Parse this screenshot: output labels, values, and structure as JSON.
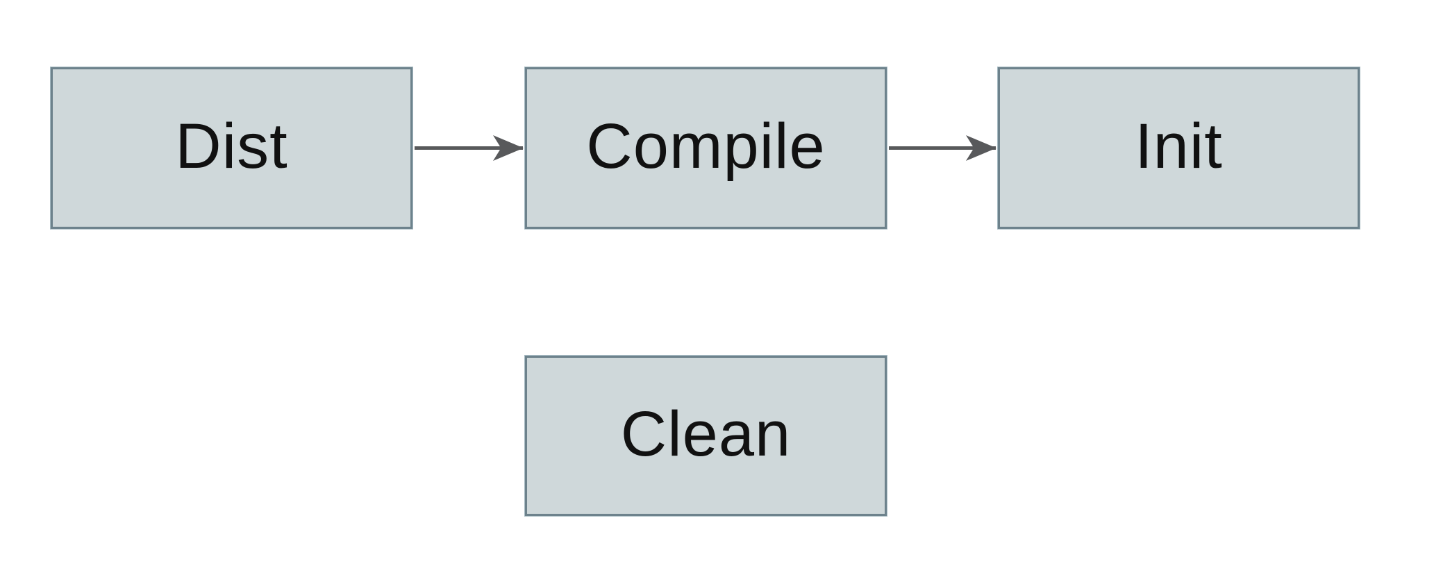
{
  "diagram": {
    "type": "flowchart",
    "nodes": [
      {
        "id": "dist",
        "label": "Dist"
      },
      {
        "id": "compile",
        "label": "Compile"
      },
      {
        "id": "init",
        "label": "Init"
      },
      {
        "id": "clean",
        "label": "Clean"
      }
    ],
    "edges": [
      {
        "from": "Dist",
        "to": "Compile",
        "style": "arrow"
      },
      {
        "from": "Compile",
        "to": "Init",
        "style": "arrow"
      }
    ],
    "colors": {
      "node_fill": "#cfd8da",
      "node_border": "#6d828c",
      "node_halo": "#a6bac2",
      "arrow_color": "#58595b",
      "text_color": "#111111",
      "canvas_bg": "#ffffff"
    }
  }
}
